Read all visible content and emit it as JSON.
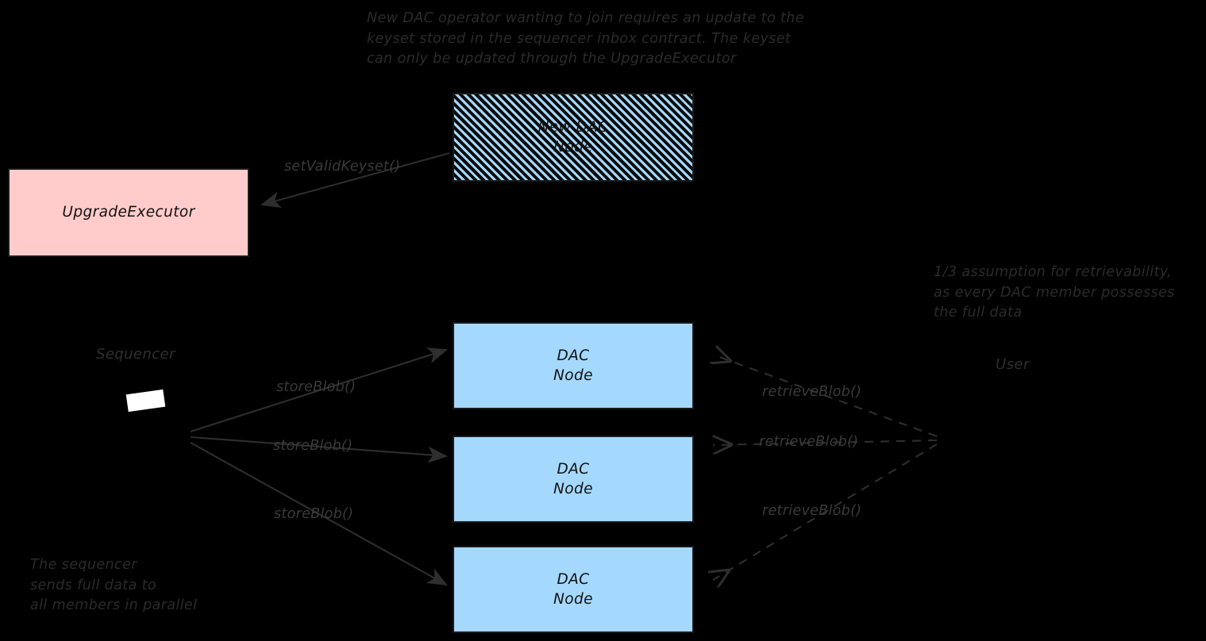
{
  "diagram": {
    "title_note": "New DAC operator wanting to join requires an update to the\nkeyset stored in the sequencer inbox contract. The keyset\ncan only be updated through the UpgradeExecutor",
    "retrievability_note": "1/3 assumption for retrievability,\nas every DAC member possesses\nthe full data",
    "sequencer_note": "The sequencer\nsends full data to\nall members in parallel",
    "colors": {
      "background": "#000000",
      "upgrade_executor_fill": "#FFCCCB",
      "dac_node_fill": "#A5D8FD",
      "hatch_stripe": "#A5D8FD",
      "hatch_base": "#0a0a0a",
      "stroke": "#1a1a1a",
      "text": "#2b2b2b",
      "sequencer_glyph": "#ffffff"
    },
    "nodes": {
      "new_dac_node": "New DAC\nNode",
      "upgrade_executor": "UpgradeExecutor",
      "dac_node_1": "DAC\nNode",
      "dac_node_2": "DAC\nNode",
      "dac_node_3": "DAC\nNode"
    },
    "actors": {
      "sequencer": "Sequencer",
      "user": "User"
    },
    "edges": {
      "set_valid_keyset": "setValidKeyset()",
      "store_blob_1": "storeBlob()",
      "store_blob_2": "storeBlob()",
      "store_blob_3": "storeBlob()",
      "retrieve_blob_1": "retrieveBlob()",
      "retrieve_blob_2": "retrieveBlob()",
      "retrieve_blob_3": "retrieveBlob()"
    }
  }
}
